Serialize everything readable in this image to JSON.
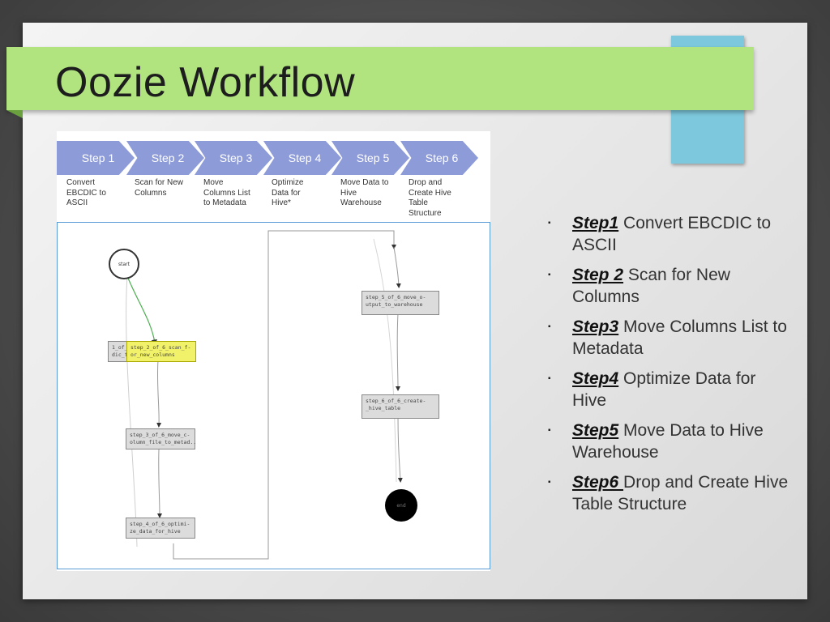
{
  "slide": {
    "title": "Oozie Workflow",
    "colors": {
      "title_band": "#b1e47e",
      "accent_box": "#7dc8dc",
      "chevron": "#8d9bd8"
    }
  },
  "figure": {
    "steps": [
      {
        "label": "Step 1",
        "desc": "Convert\nEBCDIC to\nASCII"
      },
      {
        "label": "Step 2",
        "desc": "Scan for New\nColumns"
      },
      {
        "label": "Step 3",
        "desc": "Move\nColumns List\nto Metadata"
      },
      {
        "label": "Step 4",
        "desc": "Optimize\nData for\nHive*"
      },
      {
        "label": "Step 5",
        "desc": "Move Data to\nHive\nWarehouse"
      },
      {
        "label": "Step 6",
        "desc": "Drop and\nCreate Hive\nTable\nStructure"
      }
    ],
    "nodes": {
      "start": "start",
      "end": "end",
      "step1": "1_of_6\ndic_to",
      "step2": "step_2_of_6_scan_f-\nor_new_columns",
      "step3": "step_3_of_6_move_c-\nolumn_file_to_metad..",
      "step4": "step_4_of_6_optimi-\nze_data_for_hive",
      "step5": "step_5_of_6_move_o-\nutput_to_warehouse",
      "step6": "step_6_of_6_create-\n_hive_table"
    }
  },
  "bullets": [
    {
      "step": "Step1",
      "text": " Convert EBCDIC to ASCII"
    },
    {
      "step": "Step 2",
      "text": " Scan for New Columns"
    },
    {
      "step": "Step3",
      "text": " Move Columns List to Metadata"
    },
    {
      "step": "Step4",
      "text": " Optimize Data for Hive"
    },
    {
      "step": "Step5",
      "text": " Move Data to Hive Warehouse"
    },
    {
      "step": "Step6 ",
      "text": " Drop and Create Hive Table Structure"
    }
  ],
  "bullet_glyph": "▪"
}
